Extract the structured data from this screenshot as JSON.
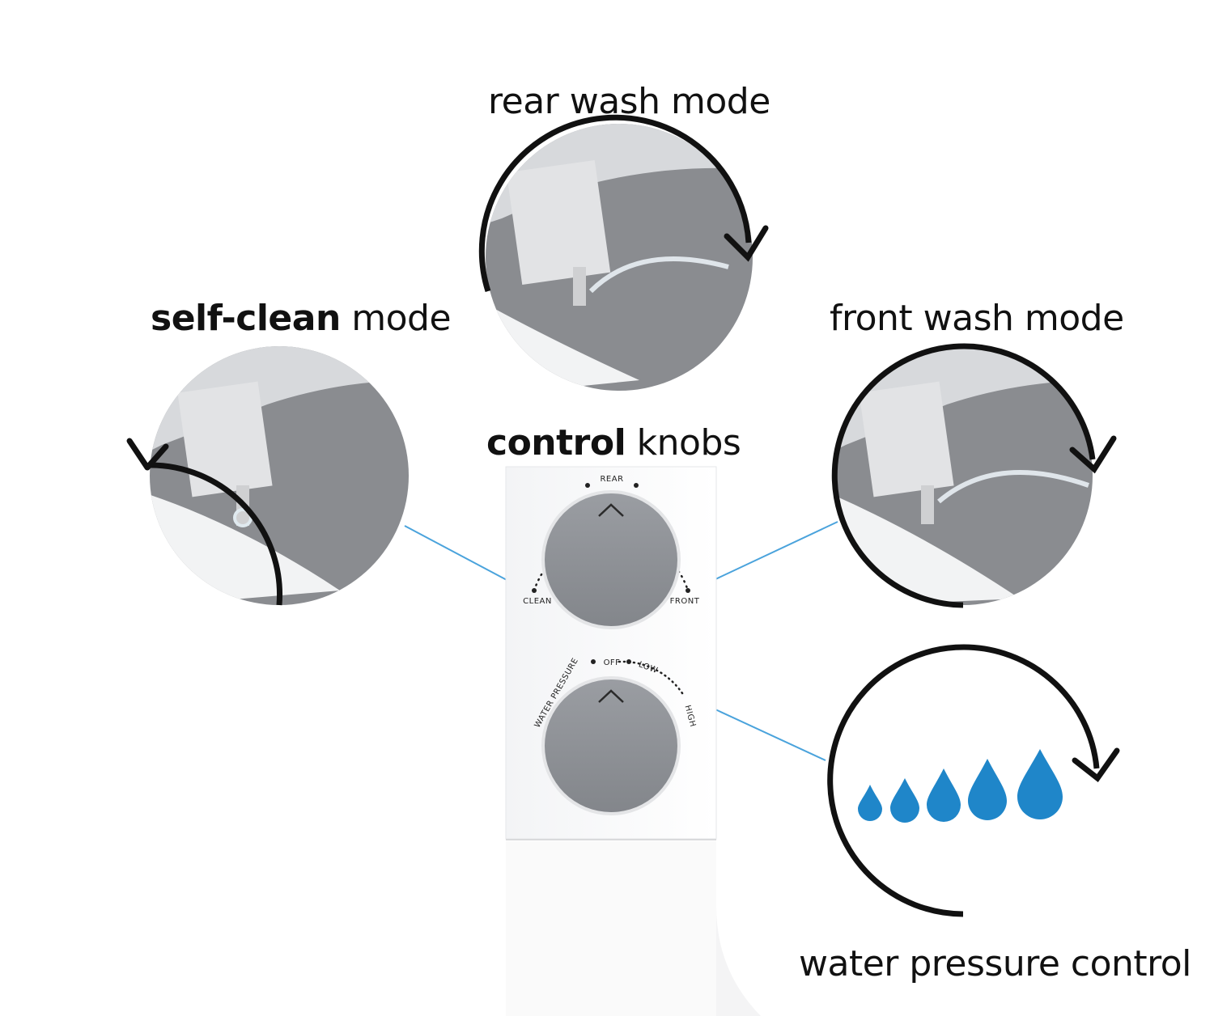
{
  "labels": {
    "rear_wash": "rear wash mode",
    "self_clean_bold": "self-clean",
    "self_clean_rest": " mode",
    "front_wash": "front wash mode",
    "control_bold": "control",
    "control_rest": " knobs",
    "water_pressure": "water pressure control"
  },
  "knobs": {
    "mode_rear": "REAR",
    "mode_clean": "CLEAN",
    "mode_front": "FRONT",
    "pressure_caption": "WATER PRESSURE",
    "pressure_off": "OFF",
    "pressure_low": "LOW",
    "pressure_high": "HIGH"
  },
  "colors": {
    "accent_blue": "#1f86c9",
    "leader_line": "#4aa3dc",
    "knob_gray": "#8e9196",
    "bowl_gray": "#8a8c90"
  },
  "drops": {
    "count": 5,
    "level": "increasing"
  }
}
